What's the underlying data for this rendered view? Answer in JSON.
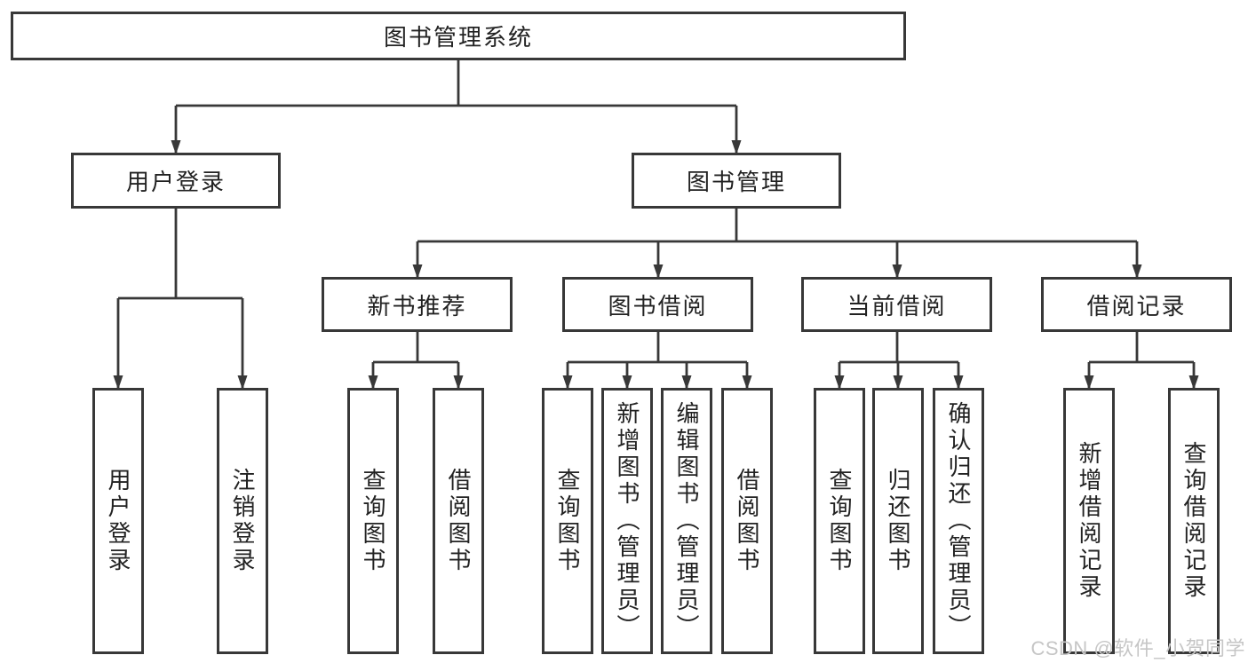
{
  "nodes": {
    "root": {
      "label": "图书管理系统"
    },
    "level2": [
      {
        "label": "用户登录"
      },
      {
        "label": "图书管理"
      }
    ],
    "level3": [
      {
        "label": "新书推荐"
      },
      {
        "label": "图书借阅"
      },
      {
        "label": "当前借阅"
      },
      {
        "label": "借阅记录"
      }
    ],
    "leaves": [
      {
        "label": "用户登录"
      },
      {
        "label": "注销登录"
      },
      {
        "label": "查询图书"
      },
      {
        "label": "借阅图书"
      },
      {
        "label": "查询图书"
      },
      {
        "label": "新增图书（管理员）"
      },
      {
        "label": "编辑图书（管理员）"
      },
      {
        "label": "借阅图书"
      },
      {
        "label": "查询图书"
      },
      {
        "label": "归还图书"
      },
      {
        "label": "确认归还（管理员）"
      },
      {
        "label": "新增借阅记录"
      },
      {
        "label": "查询借阅记录"
      }
    ]
  },
  "watermark": "CSDN @软件_小贺同学",
  "colors": {
    "line": "#383838",
    "box_border": "#383838",
    "text": "#222222",
    "background": "#ffffff",
    "watermark": "#c6c6c6"
  }
}
